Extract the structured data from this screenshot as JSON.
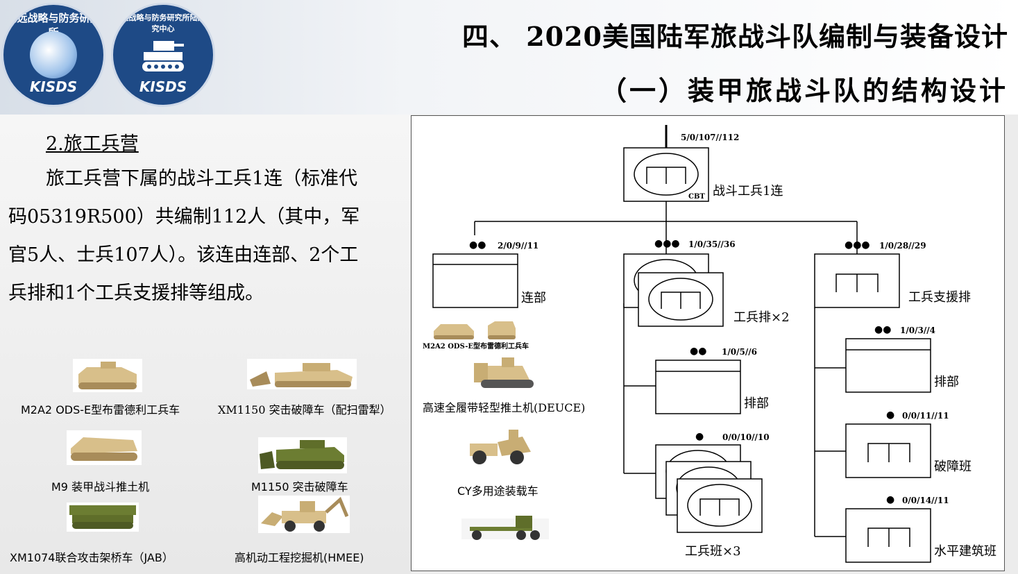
{
  "header": {
    "logo1": {
      "ring_text": "知远战略与防务研究所",
      "abbr": "KISDS"
    },
    "logo2": {
      "ring_text": "知远战略与防务研究所陆战研究中心",
      "abbr": "KISDS"
    },
    "title_line1": "四、 2020美国陆军旅战斗队编制与装备设计",
    "title_line2": "（一）装甲旅战斗队的结构设计"
  },
  "left": {
    "subtitle": "2.旅工兵营",
    "paragraph": "旅工兵营下属的战斗工兵1连（标准代码05319R500）共编制112人（其中，军官5人、士兵107人）。该连由连部、2个工兵排和1个工兵支援排等组成。",
    "vehicles": [
      {
        "caption": "M2A2 ODS-E型布雷德利工兵车"
      },
      {
        "caption": "XM1150 突击破障车（配扫雷犁）"
      },
      {
        "caption": "M9 装甲战斗推土机"
      },
      {
        "caption": "M1150 突击破障车"
      },
      {
        "caption": "XM1074联合攻击架桥车（JAB）"
      },
      {
        "caption": "高机动工程挖掘机(HMEE)"
      }
    ]
  },
  "chart": {
    "company": {
      "strength": "5/0/107//112",
      "label": "战斗工兵1连",
      "tag": "CBT"
    },
    "hq": {
      "strength": "2/0/9//11",
      "label": "连部",
      "vehicle_caption": "M2A2 ODS-E型布雷德利工兵车"
    },
    "equip": [
      {
        "caption": "高速全履带轻型推土机(DEUCE)"
      },
      {
        "caption": "CY多用途装载车"
      }
    ],
    "platoon": {
      "strength": "1/0/35//36",
      "label": "工兵排×2"
    },
    "platoon_hq": {
      "strength": "1/0/5//6",
      "label": "排部"
    },
    "squad": {
      "strength": "0/0/10//10",
      "label": "工兵班×3"
    },
    "support": {
      "strength": "1/0/28//29",
      "label": "工兵支援排"
    },
    "support_hq": {
      "strength": "1/0/3//4",
      "label": "排部"
    },
    "breach": {
      "strength": "0/0/11//11",
      "label": "破障班"
    },
    "horiz": {
      "strength": "0/0/14//11",
      "label": "水平建筑班"
    }
  },
  "colors": {
    "vehicle_tan": "#d8bf8a",
    "vehicle_green": "#6c7d32",
    "logo_blue": "#1e4a86"
  }
}
